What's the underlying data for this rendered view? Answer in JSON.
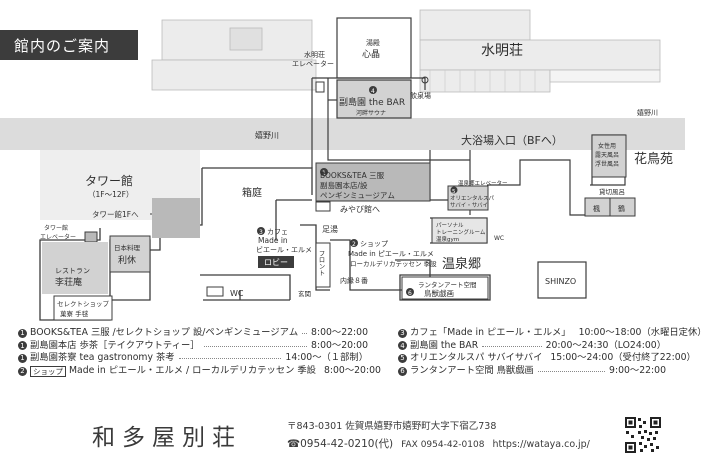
{
  "title": "館内のご案内",
  "labels": {
    "suimeiso": "水明荘",
    "suimeiso_elevator_1": "水明荘",
    "suimeiso_elevator_2": "エレベーター",
    "yudono_1": "湯殿",
    "yudono_2": "心晶",
    "drinking_spring": "飲泉場",
    "bar": "副島園 the BAR",
    "river_sauna": "河畔サウナ",
    "river_1": "嬉野川",
    "river_2": "嬉野川",
    "daiyokujo": "大浴場入口（BFへ）",
    "kachoen": "花鳥苑",
    "women_bath_1": "女性用",
    "women_bath_2": "露天風呂",
    "women_bath_3": "浮世風呂",
    "private_bath": "貸切風呂",
    "kaede": "楓",
    "tsuru": "鶴",
    "books_1": "BOOKS&TEA 三服",
    "books_2": "副島園本店/設",
    "books_3": "ペンギンミュージアム",
    "spa_elevator": "温泉郷エレベーター",
    "oriental_spa_1": "オリエンタルスパ",
    "oriental_spa_2": "サバイ・サバイ",
    "tower": "タワー館",
    "tower_floors": "（1F～12F）",
    "tower_1f": "タワー館1Fへ",
    "tower_elevator_1": "タワー館",
    "tower_elevator_2": "エレベーター",
    "hakoniwa": "箱庭",
    "miyabi": "みやび館へ",
    "ashiyu": "足湯",
    "front": "フロント",
    "training_1": "パーソナル",
    "training_2": "トレーニングルーム",
    "training_3": "温泉gym",
    "wc": "WC",
    "japanese_1": "日本料理",
    "japanese_2": "利休",
    "restaurant_1": "レストラン",
    "restaurant_2": "李荘庵",
    "select_1": "セレクトショップ",
    "select_2": "菓寮 手毬",
    "cafe_1": "カフェ",
    "cafe_2": "Made in",
    "cafe_3": "ビエール・エルメ",
    "lobby": "ロビー",
    "shop_1": "ショップ",
    "shop_2": "Made in ピエール・エルメ",
    "shop_3": "ローカルデリカテッセン 季設",
    "naiyu": "内縁８番",
    "genkan": "玄関",
    "onsenkyo": "温泉郷",
    "art_1": "ランタンアート空間",
    "art_2": "鳥獣戯画",
    "shinzo": "SHINZO",
    "wc_small": "WC"
  },
  "markers": {
    "m1": "1",
    "m2": "2",
    "m3": "3",
    "m4": "4",
    "m5": "5",
    "m6": "6"
  },
  "legend_left": [
    {
      "num": "1",
      "label": "BOOKS&TEA 三服 /セレクトショップ 設/ペンギンミュージアム",
      "time": "8:00～22:00"
    },
    {
      "num": "1",
      "label": "副島園本店 歩茶［テイクアウトティー］",
      "time": "8:00～20:00"
    },
    {
      "num": "1",
      "label": "副島園茶寮 tea gastronomy 茶考",
      "time": "14:00～（１部制）"
    },
    {
      "num": "2",
      "boxed": "ショップ",
      "label": "Made in ピエール・エルメ / ローカルデリカテッセン 季設",
      "time": "8:00～20:00"
    }
  ],
  "legend_right": [
    {
      "num": "3",
      "label": "カフェ「Made in ピエール・エルメ」",
      "time": "10:00～18:00（水曜日定休）"
    },
    {
      "num": "4",
      "label": "副島園 the BAR",
      "time": "20:00～24:30（LO24:00）"
    },
    {
      "num": "5",
      "label": "オリエンタルスパ サバイサバイ",
      "time": "15:00～24:00（受付終了22:00）"
    },
    {
      "num": "6",
      "label": "ランタンアート空間 鳥獣戯画",
      "time": "9:00～22:00"
    }
  ],
  "footer": {
    "hotel_name": "和多屋別荘",
    "address": "〒843-0301 佐賀県嬉野市嬉野町大字下宿乙738",
    "phone": "☎0954-42-0210(代)",
    "fax": "FAX 0954-42-0108",
    "url": "https://wataya.co.jp/"
  },
  "colors": {
    "dark_shade": "#b9b9b9",
    "mid_shade": "#d2d2d2",
    "light_shade": "#e6e6e6",
    "river": "#dcdcdc",
    "line": "#3c3c3c",
    "title_bg": "#3c3c3c"
  }
}
